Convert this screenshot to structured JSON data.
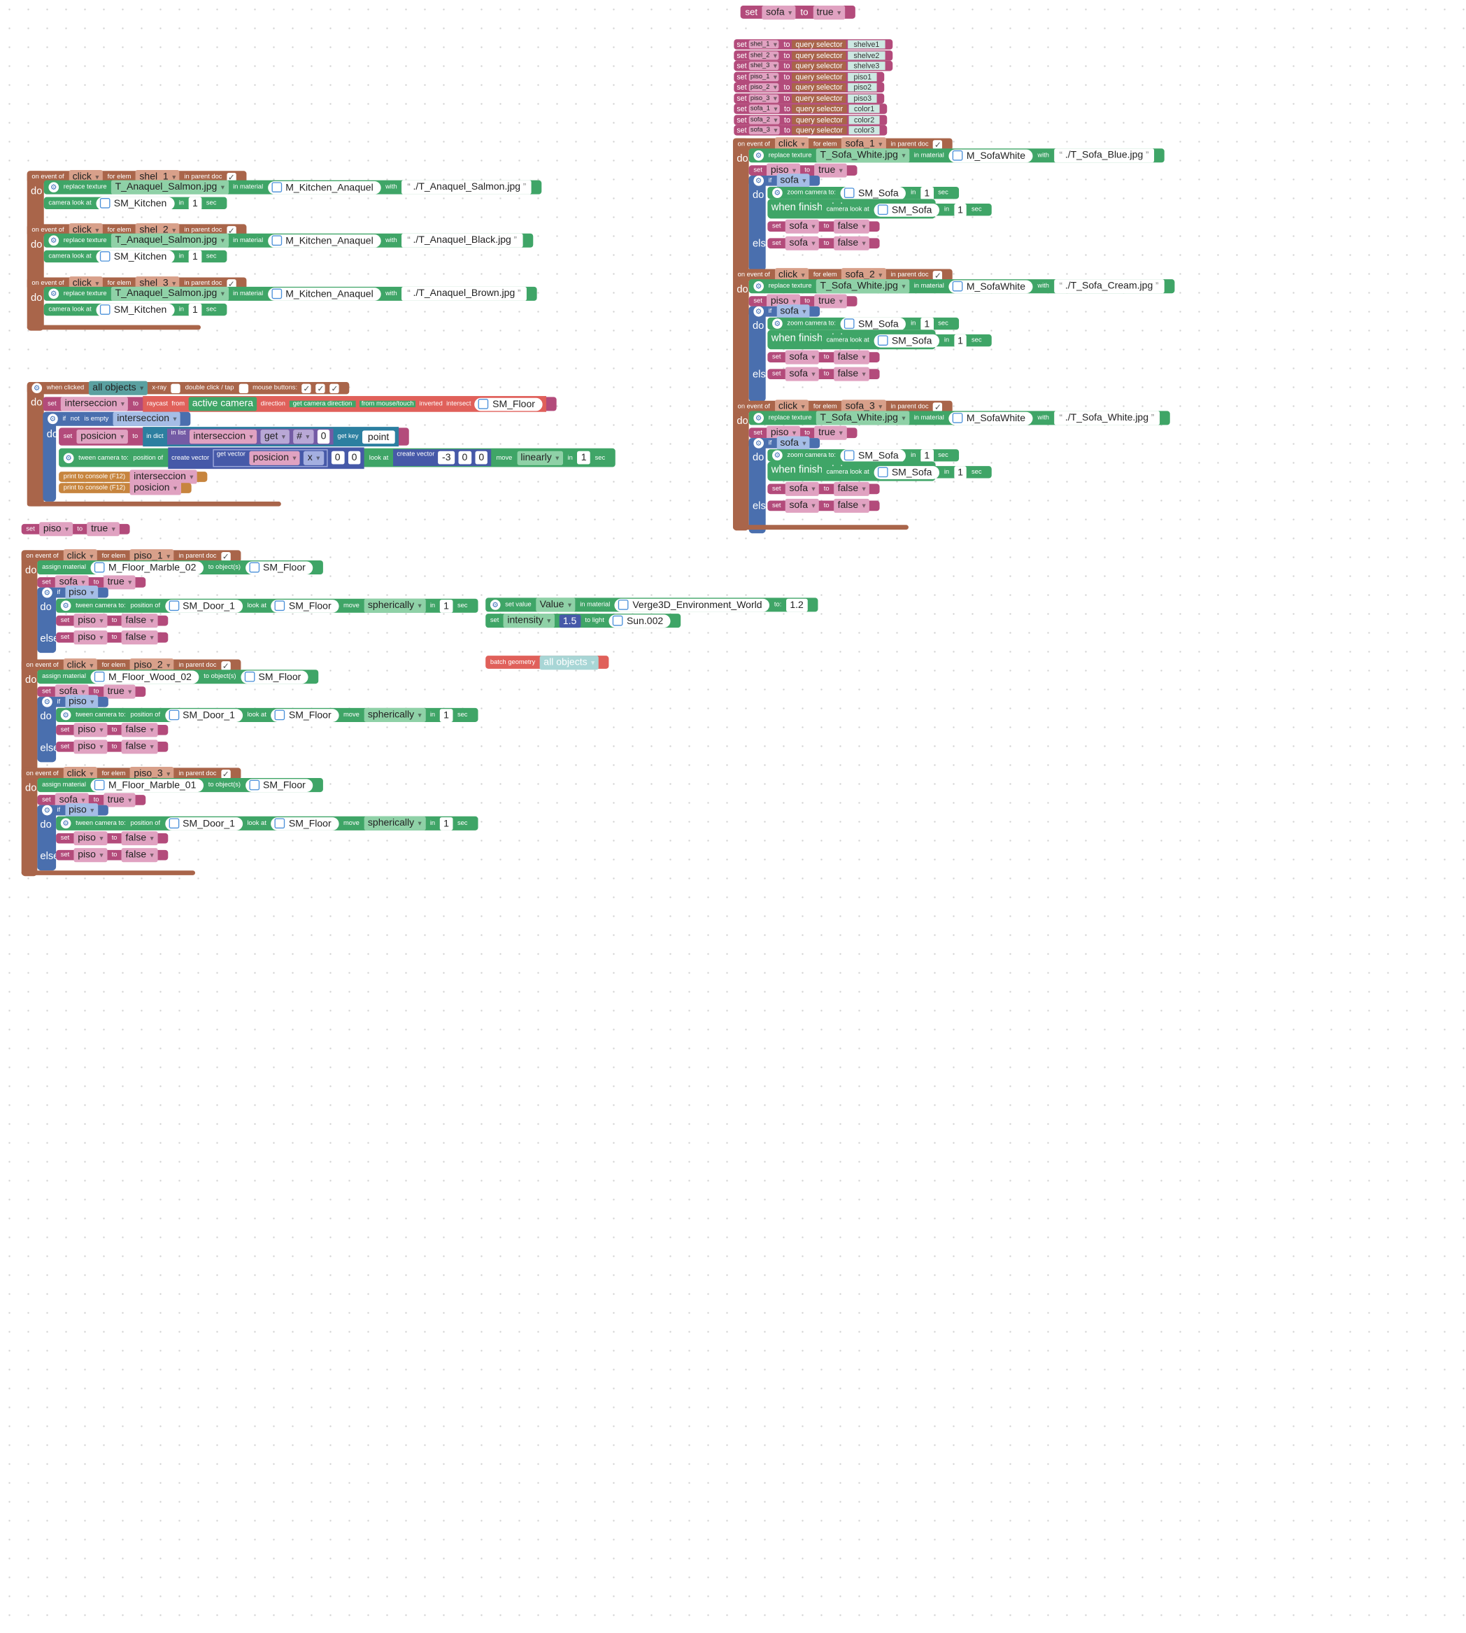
{
  "top_var": {
    "set": "set",
    "var": "sofa",
    "to": "to",
    "val": "true"
  },
  "query_section": {
    "rows": [
      {
        "var": "shel_1",
        "sel": "shelve1"
      },
      {
        "var": "shel_2",
        "sel": "shelve2"
      },
      {
        "var": "shel_3",
        "sel": "shelve3"
      },
      {
        "var": "piso_1",
        "sel": "piso1"
      },
      {
        "var": "piso_2",
        "sel": "piso2"
      },
      {
        "var": "piso_3",
        "sel": "piso3"
      },
      {
        "var": "sofa_1",
        "sel": "color1"
      },
      {
        "var": "sofa_2",
        "sel": "color2"
      },
      {
        "var": "sofa_3",
        "sel": "color3"
      }
    ],
    "set_label": "set",
    "to_label": "to",
    "query_label": "query selector"
  },
  "labels": {
    "on_event_of": "on event of",
    "click": "click",
    "for_elem": "for elem",
    "in_parent_doc": "in parent doc",
    "do": "do",
    "replace_texture": "replace texture",
    "in_material": "in material",
    "with": "with",
    "camera_look_at": "camera look at",
    "in": "in",
    "sec": "sec",
    "set": "set",
    "to": "to",
    "if": "if",
    "else": "else",
    "zoom_camera_to": "zoom camera to:",
    "when_finished_do": "when finished do",
    "assign_material": "assign material",
    "to_objects": "to object(s)",
    "tween_camera_to": "tween camera to:",
    "position_of": "position of",
    "look_at": "look at",
    "move": "move"
  },
  "shelves": [
    {
      "elem": "shel_1",
      "texture": "T_Anaquel_Salmon.jpg",
      "material": "M_Kitchen_Anaquel",
      "file": "./T_Anaquel_Salmon.jpg",
      "cam_obj": "SM_Kitchen",
      "sec": "1"
    },
    {
      "elem": "shel_2",
      "texture": "T_Anaquel_Salmon.jpg",
      "material": "M_Kitchen_Anaquel",
      "file": "./T_Anaquel_Black.jpg",
      "cam_obj": "SM_Kitchen",
      "sec": "1"
    },
    {
      "elem": "shel_3",
      "texture": "T_Anaquel_Salmon.jpg",
      "material": "M_Kitchen_Anaquel",
      "file": "./T_Anaquel_Brown.jpg",
      "cam_obj": "SM_Kitchen",
      "sec": "1"
    }
  ],
  "sofas": [
    {
      "elem": "sofa_1",
      "texture": "T_Sofa_White.jpg",
      "material": "M_SofaWhite",
      "file": "./T_Sofa_Blue.jpg"
    },
    {
      "elem": "sofa_2",
      "texture": "T_Sofa_White.jpg",
      "material": "M_SofaWhite",
      "file": "./T_Sofa_Cream.jpg"
    },
    {
      "elem": "sofa_3",
      "texture": "T_Sofa_White.jpg",
      "material": "M_SofaWhite",
      "file": "./T_Sofa_White.jpg"
    }
  ],
  "sofa_common": {
    "piso": "piso",
    "true": "true",
    "false": "false",
    "sofa": "sofa",
    "cam_obj": "SM_Sofa",
    "sec": "1",
    "camera_look_at": "camera look at"
  },
  "clicked": {
    "when_clicked": "when clicked",
    "all_objects": "all objects",
    "xray": "x-ray",
    "dbl": "double click / tap",
    "mouse": "mouse buttons:",
    "var": "interseccion",
    "raycast": "raycast",
    "from": "from",
    "active_camera": "active camera",
    "direction": "direction",
    "get_dir": "get camera direction",
    "from_mouse": "from mouse/touch",
    "inverted": "inverted",
    "intersect": "intersect",
    "floor": "SM_Floor",
    "not": "not",
    "is_empty": "is empty",
    "posicion": "posicion",
    "in_dict": "in dict",
    "in_list": "in list",
    "get": "get",
    "hash": "#",
    "zero": "0",
    "get_key": "get key",
    "point": "point",
    "tween": "tween camera to:",
    "position_of": "position of",
    "create_vector": "create vector",
    "get_vector": "get vector",
    "x": "x",
    "look_at": "look at",
    "v1": "-3",
    "v2": "0",
    "v3": "0",
    "move": "move",
    "linearly": "linearly",
    "in": "in",
    "one": "1",
    "sec": "sec",
    "print": "print to console (F12)"
  },
  "set_piso": {
    "var": "piso",
    "val": "true"
  },
  "floors": [
    {
      "elem": "piso_1",
      "material": "M_Floor_Marble_02",
      "obj": "SM_Floor"
    },
    {
      "elem": "piso_2",
      "material": "M_Floor_Wood_02",
      "obj": "SM_Floor"
    },
    {
      "elem": "piso_3",
      "material": "M_Floor_Marble_01",
      "obj": "SM_Floor"
    }
  ],
  "floor_common": {
    "sofa": "sofa",
    "true": "true",
    "piso": "piso",
    "false": "false",
    "door": "SM_Door_1",
    "floor": "SM_Floor",
    "spherically": "spherically",
    "one": "1"
  },
  "env": {
    "set_value": "set value",
    "value": "Value",
    "in_material": "in material",
    "material": "Verge3D_Environment_World",
    "to": "to:",
    "val": "1.2",
    "set": "set",
    "intensity": "intensity",
    "ival": "1.5",
    "to_light": "to light",
    "light": "Sun.002"
  },
  "batch": {
    "label": "batch geometry",
    "all": "all objects"
  }
}
